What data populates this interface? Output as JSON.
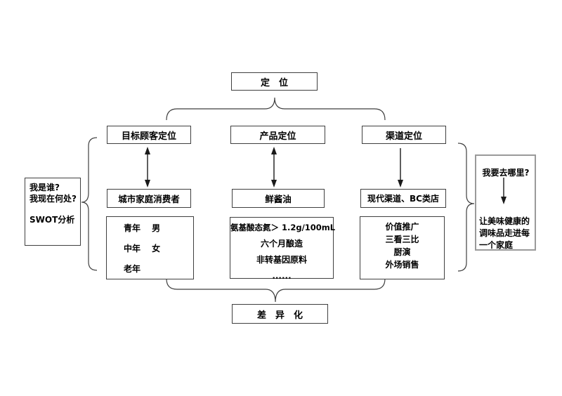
{
  "diagram": {
    "root_label": "定　位",
    "bottom_label": "差　异　化",
    "left_note": {
      "line1": "我是谁?",
      "line2": "我现在何处?",
      "footer": "SWOT分析"
    },
    "right_note": {
      "question": "我要去哪里?",
      "answer": "让美味健康的调味品走进每一个家庭"
    },
    "columns": [
      {
        "level2": "目标顾客定位",
        "level3": "城市家庭消费者",
        "details": [
          "青年　 男",
          "中年　 女",
          "老年"
        ]
      },
      {
        "level2": "产品定位",
        "level3": "鲜酱油",
        "details": [
          "氨基酸态氮＞ 1.2g/100mL",
          "六个月酿造",
          "非转基因原料",
          "......"
        ]
      },
      {
        "level2": "渠道定位",
        "level3": "现代渠道、BC类店",
        "details": [
          "价值推广",
          "三看三比",
          "厨演",
          "外场销售"
        ]
      }
    ]
  },
  "icons": {
    "double_arrow": "vertical-double-arrow",
    "down_arrow": "vertical-down-arrow"
  },
  "colors": {
    "background": "#ffffff",
    "line": "#3f3f3f",
    "text": "#000000",
    "right_note_border": "#9a9a9a"
  }
}
